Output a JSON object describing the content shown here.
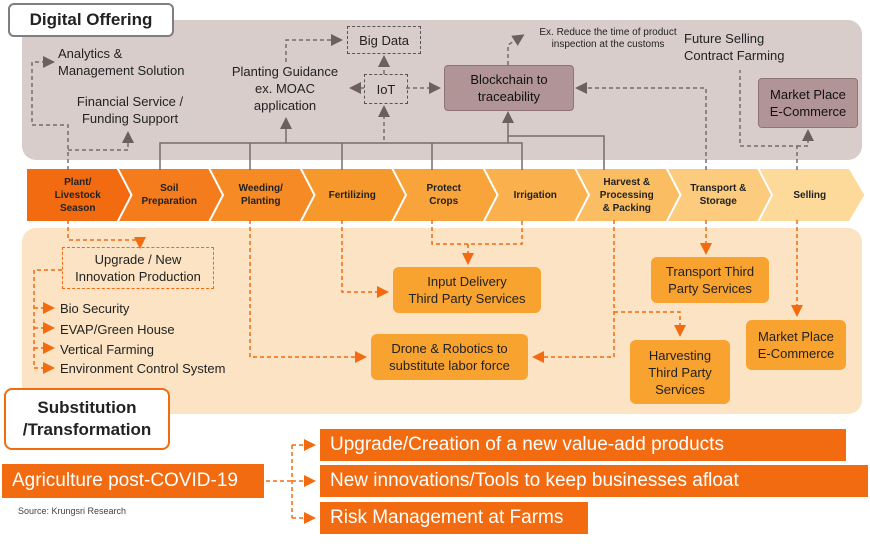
{
  "header": {
    "title": "Digital Offering"
  },
  "top": {
    "analytics": "Analytics &\nManagement Solution",
    "financial": "Financial Service /\nFunding Support",
    "planting": "Planting Guidance\nex. MOAC\napplication",
    "big_data": "Big Data",
    "iot": "IoT",
    "blockchain": "Blockchain to\ntraceability",
    "inspection_note": "Ex. Reduce the time of product\ninspection at the customs",
    "future_selling": "Future Selling\nContract Farming",
    "marketplace_top": "Market Place\nE-Commerce"
  },
  "stages": [
    {
      "label": "Plant/\nLivestock\nSeason",
      "color": "#f36b10"
    },
    {
      "label": "Soil\nPreparation",
      "color": "#f57c1c"
    },
    {
      "label": "Weeding/\nPlanting",
      "color": "#f68a24"
    },
    {
      "label": "Fertilizing",
      "color": "#f7982c"
    },
    {
      "label": "Protect\nCrops",
      "color": "#f9a43a"
    },
    {
      "label": "Irrigation",
      "color": "#fab04c"
    },
    {
      "label": "Harvest &\nProcessing\n& Packing",
      "color": "#fbbd62"
    },
    {
      "label": "Transport &\nStorage",
      "color": "#fccb7d"
    },
    {
      "label": "Selling",
      "color": "#fdd99a"
    }
  ],
  "bottom": {
    "upgrade": "Upgrade / New\nInnovation Production",
    "list": [
      "Bio Security",
      "EVAP/Green House",
      "Vertical Farming",
      "Environment Control System"
    ],
    "input_delivery": "Input Delivery\nThird Party Services",
    "drone": "Drone & Robotics to\nsubstitute labor force",
    "transport": "Transport Third\nParty Services",
    "harvesting": "Harvesting\nThird Party\nServices",
    "marketplace_bottom": "Market Place\nE-Commerce"
  },
  "substitution": {
    "title": "Substitution\n/Transformation"
  },
  "covid": {
    "label": "Agriculture post-COVID-19",
    "outcomes": [
      "Upgrade/Creation of a new value-add products",
      "New innovations/Tools to keep businesses afloat",
      "Risk Management at Farms"
    ]
  },
  "source": "Source: Krungsri Research",
  "colors": {
    "accent": "#f36b10",
    "box_orange": "#f8a230",
    "blockchain": "#b09496",
    "top_panel": "#d9cdcc",
    "bottom_panel": "#fbe3c3"
  }
}
